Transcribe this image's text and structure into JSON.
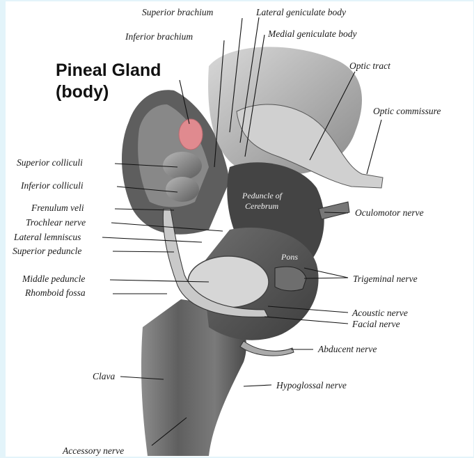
{
  "title": {
    "line1": "Pineal Gland",
    "line2": "(body)"
  },
  "labels": {
    "superior_brachium": "Superior brachium",
    "lateral_geniculate_body": "Lateral geniculate body",
    "inferior_brachium": "Inferior brachium",
    "medial_geniculate_body": "Medial geniculate body",
    "optic_tract": "Optic tract",
    "optic_commissure": "Optic commissure",
    "superior_colliculi": "Superior colliculi",
    "inferior_colliculi": "Inferior colliculi",
    "frenulum_veli": "Frenulum veli",
    "trochlear_nerve": "Trochlear nerve",
    "lateral_lemniscus": "Lateral lemniscus",
    "superior_peduncle": "Superior peduncle",
    "middle_peduncle": "Middle peduncle",
    "rhomboid_fossa": "Rhomboid fossa",
    "clava": "Clava",
    "accessory_nerve": "Accessory nerve",
    "oculomotor_nerve": "Oculomotor nerve",
    "trigeminal_nerve": "Trigeminal nerve",
    "acoustic_nerve": "Acoustic nerve",
    "facial_nerve": "Facial nerve",
    "abducent_nerve": "Abducent nerve",
    "hypoglossal_nerve": "Hypoglossal nerve"
  },
  "inner_labels": {
    "peduncle_line1": "Peduncle of",
    "peduncle_line2": "Cerebrum",
    "pons": "Pons"
  },
  "colors": {
    "pineal_highlight": "#e08a8f",
    "background_frame": "#e3f4fa"
  }
}
